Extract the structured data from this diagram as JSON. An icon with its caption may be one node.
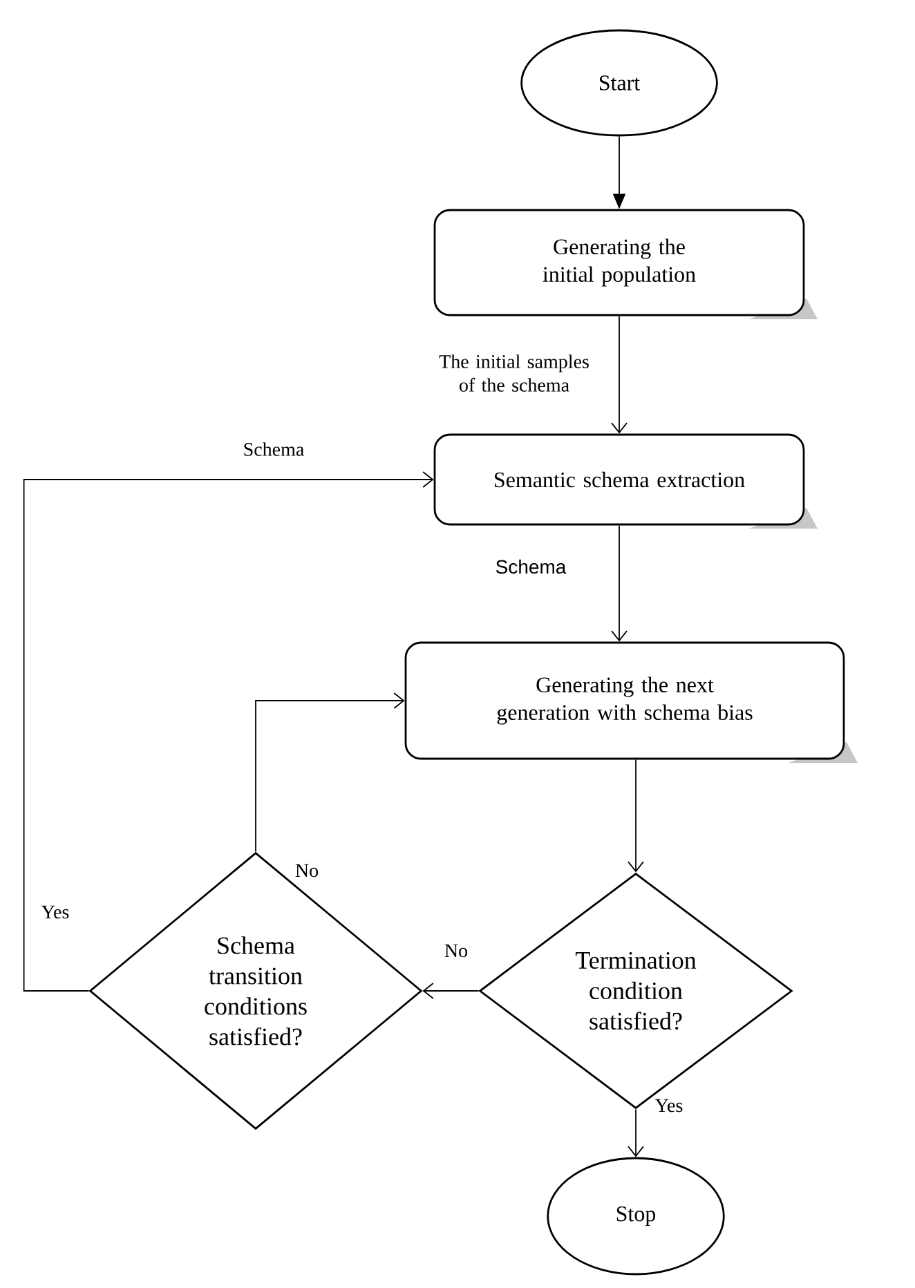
{
  "diagram": {
    "nodes": [
      {
        "text": [
          "Start"
        ]
      },
      {
        "text": [
          "Generating the initial population"
        ]
      },
      {
        "text": [
          "Semantic schema extraction"
        ]
      },
      {
        "text": [
          "Generating the next generation with schema bias"
        ]
      },
      {
        "text": [
          "Termination condition satisfied?"
        ]
      },
      {
        "text": [
          "Schema transition conditions satisfied?"
        ]
      },
      {
        "text": [
          "Stop"
        ]
      }
    ],
    "edges": [
      {
        "from": 0,
        "to": 1,
        "arrow": "to"
      },
      {
        "from": 1,
        "to": 2,
        "arrow": "to",
        "label": "The initial samples of the schema"
      },
      {
        "from": 2,
        "to": 3,
        "arrow": "to",
        "label": "Schema"
      },
      {
        "from": 3,
        "to": 4,
        "arrow": "to"
      },
      {
        "from": 4,
        "to": 5,
        "arrow": "to",
        "label": "No"
      },
      {
        "from": 5,
        "to": 3,
        "arrow": "to",
        "label": "No"
      },
      {
        "from": 5,
        "to": 2,
        "arrow": "to",
        "label": "Yes"
      },
      {
        "from": 4,
        "to": 6,
        "arrow": "to",
        "label": "Yes"
      }
    ],
    "labels": [
      "Schema"
    ]
  }
}
